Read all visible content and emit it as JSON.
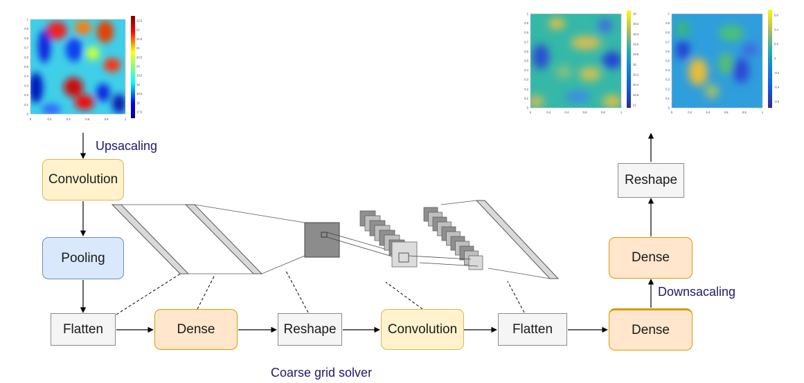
{
  "nodes": {
    "conv_top": "Convolution",
    "pooling": "Pooling",
    "flatten_left": "Flatten",
    "dense_mid": "Dense",
    "reshape_mid": "Reshape",
    "conv_mid": "Convolution",
    "flatten_right": "Flatten",
    "dense_bottom_right": "Dense",
    "dense_upper_right": "Dense",
    "reshape_top": "Reshape"
  },
  "labels": {
    "upsacaling": "Upsacaling",
    "downsacaling": "Downsacaling",
    "coarse_grid_solver": "Coarse grid solver"
  },
  "heatmaps": {
    "input_field": {
      "x_ticks": [
        "0",
        "0.2",
        "0.4",
        "0.6",
        "0.8",
        "1"
      ],
      "y_ticks": [
        "1",
        "0.9",
        "0.8",
        "0.7",
        "0.6",
        "0.5",
        "0.4",
        "0.3",
        "0.2",
        "0.1",
        "0"
      ],
      "colorbar_ticks": [
        "22.5",
        "22",
        "21.5",
        "21",
        "20.5",
        "20",
        "19.5",
        "19",
        "18.5",
        "18",
        "17.5"
      ],
      "colormap": "jet"
    },
    "output_field_1": {
      "x_ticks": [
        "0",
        "0.2",
        "0.4",
        "0.6",
        "0.8",
        "1"
      ],
      "y_ticks": [
        "1",
        "0.9",
        "0.8",
        "0.7",
        "0.6",
        "0.5",
        "0.4",
        "0.3",
        "0.2",
        "0.1",
        "0"
      ],
      "colorbar_ticks": [
        "19",
        "19.2",
        "19.4",
        "19.6",
        "19.8",
        "20",
        "20.2",
        "20.4",
        "20.6",
        "21"
      ],
      "colormap": "parula"
    },
    "output_field_2": {
      "x_ticks": [
        "0",
        "0.2",
        "0.4",
        "0.6",
        "0.8",
        "1"
      ],
      "y_ticks": [
        "1",
        "0.9",
        "0.8",
        "0.7",
        "0.6",
        "0.5",
        "0.4",
        "0.3",
        "0.2",
        "0.1",
        "0"
      ],
      "colorbar_ticks": [
        "0.6",
        "0.4",
        "0.2",
        "0",
        "-0.2",
        "-0.4",
        "-0.6"
      ],
      "colormap": "parula"
    }
  },
  "colors": {
    "arrow": "#000000",
    "note_text": "#1a1a6e"
  }
}
